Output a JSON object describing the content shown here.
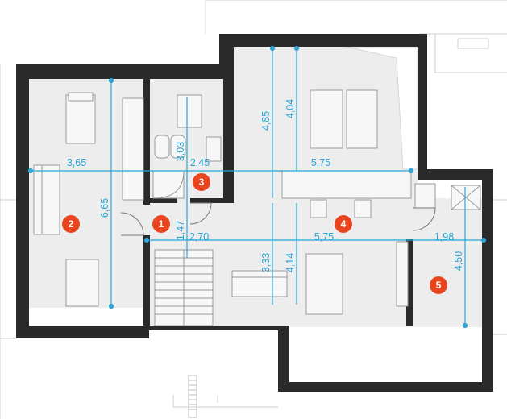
{
  "colors": {
    "wall": "#2a2a2a",
    "floor": "#ededed",
    "outside": "#ffffff",
    "roof_line": "#cfcfcf",
    "dimension": "#2aa6d8",
    "badge": "#e8451e",
    "furniture_stroke": "#9a9a9a",
    "furniture_fill": "#f7f7f7"
  },
  "rooms": [
    {
      "number": "1"
    },
    {
      "number": "2"
    },
    {
      "number": "3"
    },
    {
      "number": "4"
    },
    {
      "number": "5"
    }
  ],
  "dimensions": [
    {
      "text": "3,65",
      "orientation": "horizontal"
    },
    {
      "text": "2,45",
      "orientation": "horizontal"
    },
    {
      "text": "5,75",
      "orientation": "horizontal"
    },
    {
      "text": "2,70",
      "orientation": "horizontal"
    },
    {
      "text": "5,75",
      "orientation": "horizontal"
    },
    {
      "text": "1,98",
      "orientation": "horizontal"
    },
    {
      "text": "6,65",
      "orientation": "vertical"
    },
    {
      "text": "3,03",
      "orientation": "vertical"
    },
    {
      "text": "4,85",
      "orientation": "vertical"
    },
    {
      "text": "4,04",
      "orientation": "vertical"
    },
    {
      "text": "1,47",
      "orientation": "vertical"
    },
    {
      "text": "3,33",
      "orientation": "vertical"
    },
    {
      "text": "4,14",
      "orientation": "vertical"
    },
    {
      "text": "4,50",
      "orientation": "vertical"
    }
  ]
}
